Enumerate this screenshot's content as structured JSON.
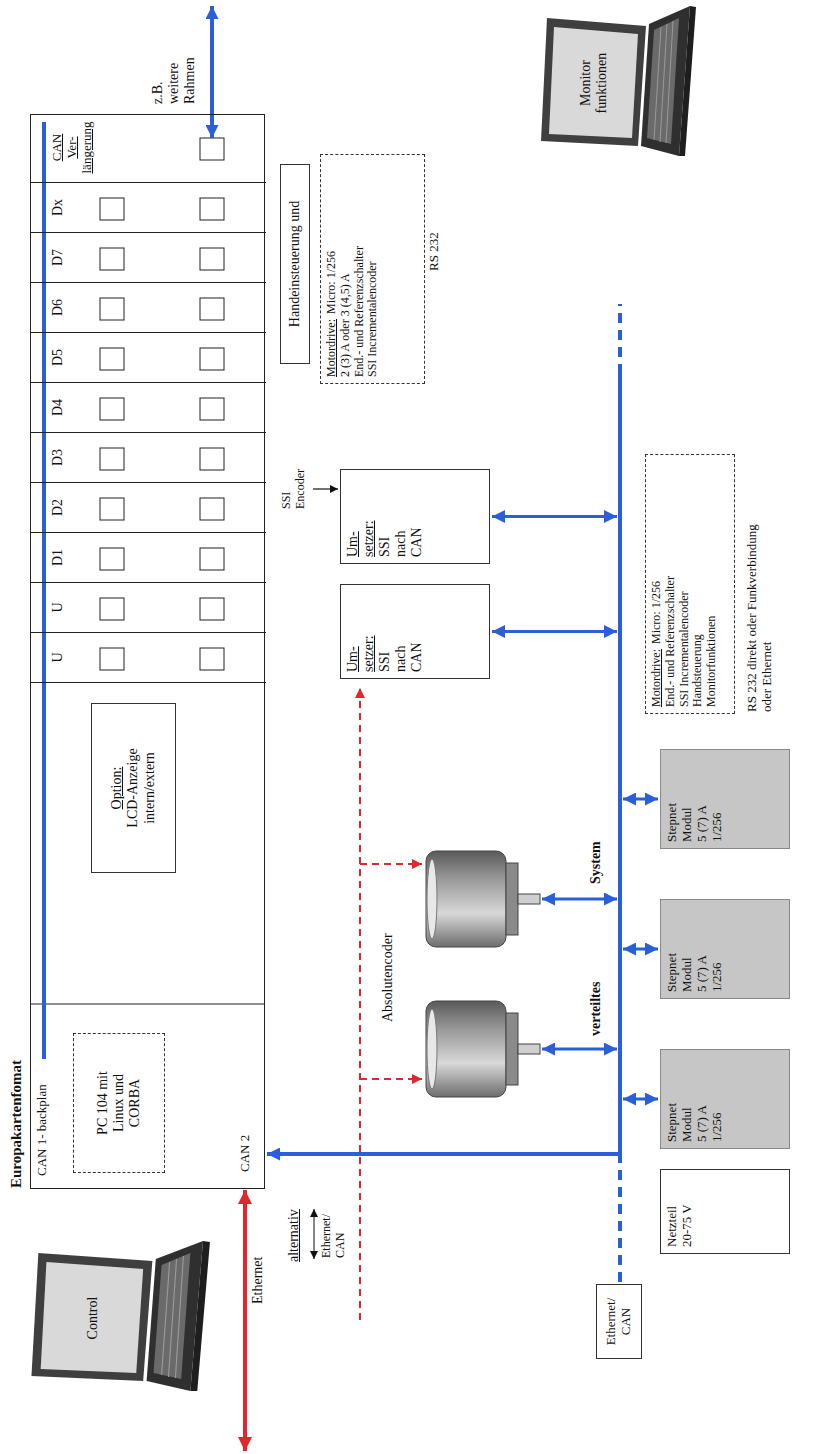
{
  "diagram": {
    "nodes": [
      {
        "text": [
          "Control"
        ]
      },
      {
        "text": [
          "Europakartenfomat"
        ]
      },
      {
        "text": [
          "PC 104 mit Linux und CORBA"
        ],
        "in": 1
      },
      {
        "text": [
          "Option:",
          "LCD-Anzeige intern/extern"
        ],
        "in": 1
      },
      {
        "text": [
          "U"
        ],
        "in": 1
      },
      {
        "text": [
          "U"
        ],
        "in": 1
      },
      {
        "text": [
          "D1"
        ],
        "in": 1
      },
      {
        "text": [
          "D2"
        ],
        "in": 1
      },
      {
        "text": [
          "D3"
        ],
        "in": 1
      },
      {
        "text": [
          "D4"
        ],
        "in": 1
      },
      {
        "text": [
          "D5"
        ],
        "in": 1
      },
      {
        "text": [
          "D6"
        ],
        "in": 1
      },
      {
        "text": [
          "D7"
        ],
        "in": 1
      },
      {
        "text": [
          "Dx"
        ],
        "in": 1
      },
      {
        "text": [
          "CAN Ver- längerung"
        ],
        "in": 1
      },
      {
        "text": [
          "Handeinsteuerung und"
        ]
      },
      {
        "text": [
          "Motordrive:",
          "Micro: 1/256",
          "2 (3) A oder 3 (4,5) A",
          "End.- und Referenzschalter",
          "SSI Incrementalencoder"
        ]
      },
      {
        "text": [
          "Monitor funktionen"
        ]
      },
      {
        "text": [
          "Um- setzer:",
          "SSI nach CAN"
        ]
      },
      {
        "text": [
          "Um- setzer:",
          "SSI nach CAN"
        ]
      },
      {
        "text": [
          "Ethernet/ CAN"
        ]
      },
      {
        "text": [
          "Netzteil 20-75 V"
        ]
      },
      {
        "text": [
          "Stepnet Modul 5 (7) A 1/256"
        ]
      },
      {
        "text": [
          "Stepnet Modul 5 (7) A 1/256"
        ]
      },
      {
        "text": [
          "Stepnet Modul 5 (7) A 1/256"
        ]
      },
      {
        "text": [
          "Motordrive:",
          "Micro: 1/256",
          "End.- und Referenzschalter",
          "SSI Incrementalencoder",
          "Handsteuerung",
          "Monitorfunktionen"
        ]
      }
    ],
    "edges": [
      {
        "from": 0,
        "to": 20,
        "arrow": "none"
      },
      {
        "from": 9,
        "to": 15,
        "arrow": "both"
      },
      {
        "from": 9,
        "to": 17,
        "label": "RS 232",
        "arrow": "to"
      },
      {
        "from": 9,
        "to": 16,
        "arrow": "both"
      },
      {
        "from": 5,
        "to": 18,
        "arrow": "to"
      },
      {
        "from": 21,
        "to": 22,
        "arrow": "to"
      },
      {
        "from": 24,
        "to": 25,
        "arrow": "both"
      },
      {
        "from": 17,
        "to": 25,
        "arrow": "both"
      }
    ],
    "labels": [
      "CAN 1- backplan",
      "CAN 2",
      "z.B. weitere Rahmen",
      "Ethernet",
      "alternativ",
      "Ethernet/ CAN",
      "SSI Encoder",
      "Absolutencoder",
      "verteiltes",
      "System",
      "RS 232 direkt oder Funkverbindung oder Ethernet"
    ]
  }
}
